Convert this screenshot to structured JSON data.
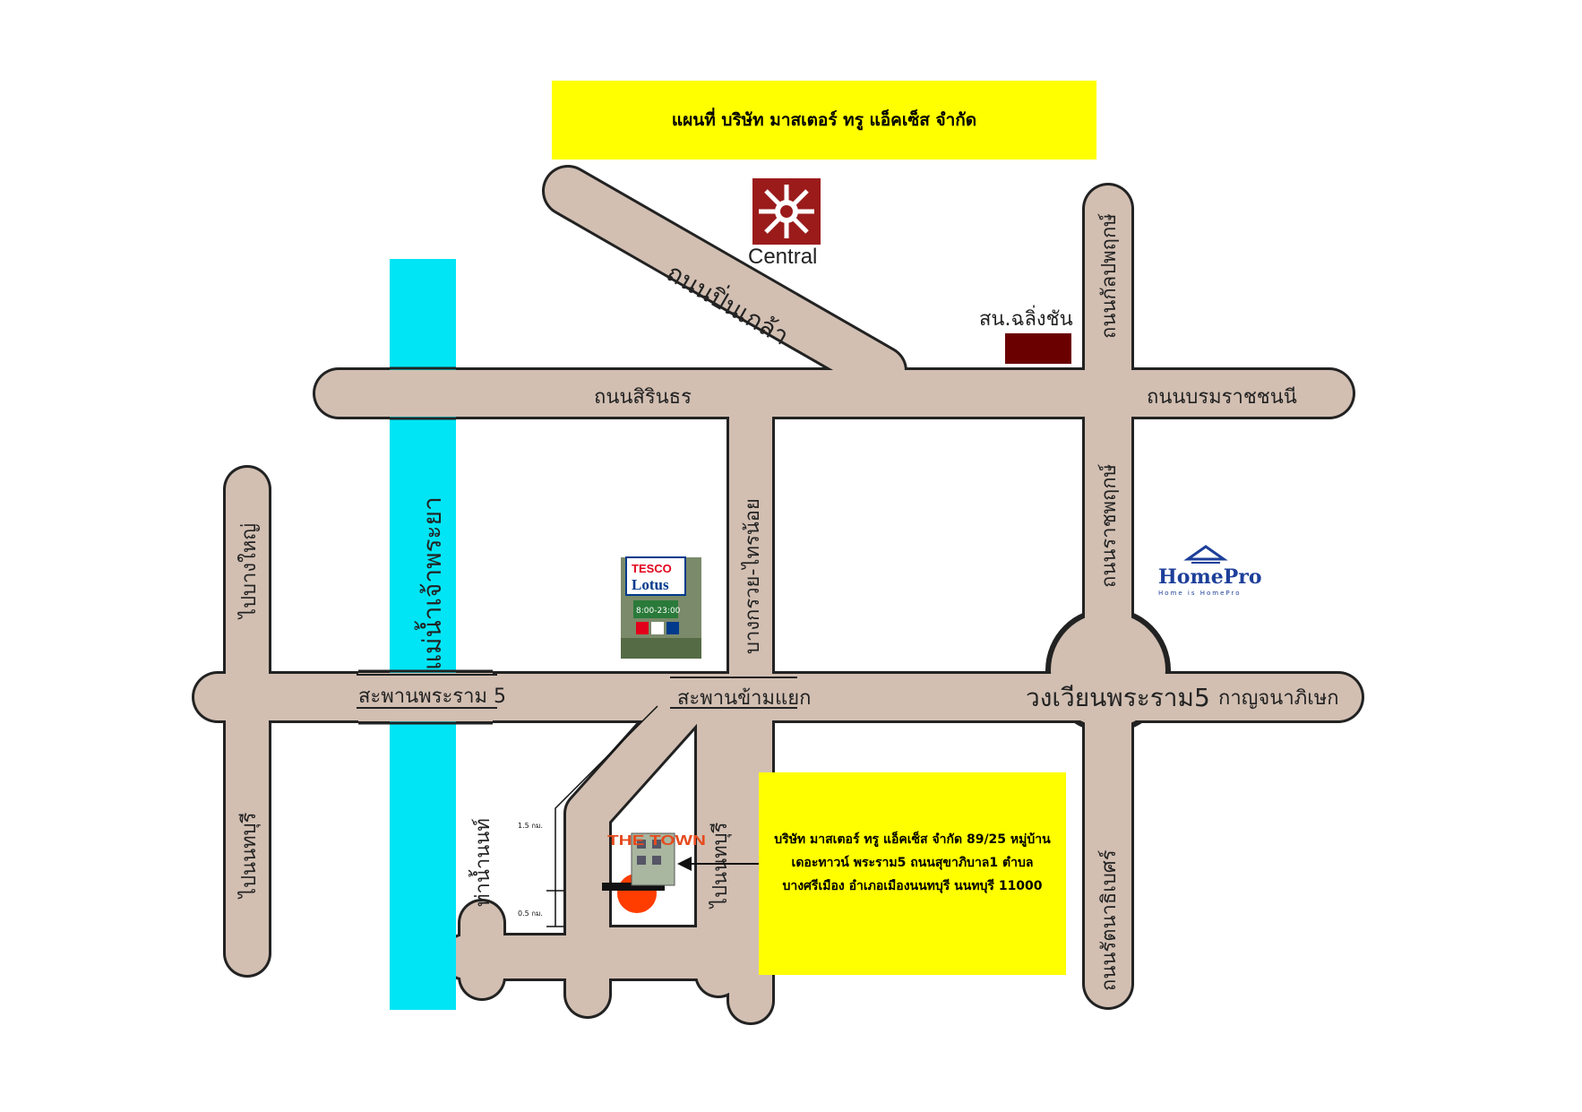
{
  "title": "แผนที่ บริษัท มาสเตอร์ ทรู แอ็คเซ็ส จำกัด",
  "landmarks": {
    "central": "Central",
    "tesco_brand": "TESCO",
    "tesco_name": "Lotus",
    "tesco_hours": "8:00-23:00",
    "homepro": "HomePro",
    "homepro_tagline": "Home is HomePro",
    "police_station": "สน.ฉลิ่งชัน",
    "office_sign": "THE TOWN"
  },
  "roads": {
    "pinklao": "ถนนปิ่นเกล้า",
    "sirindhorn": "ถนนสิรินธร",
    "boromratchachonnani": "ถนนบรมราชชนนี",
    "kanlapaphruek": "ถนนกัลปพฤกษ์",
    "ratchaphruek": "ถนนราชพฤกษ์",
    "bangkruai_sainoi": "บางกรวย-ไทรน้อย",
    "bang_yai": "ไปบางใหญ่",
    "to_nonthaburi_left": "ไปนนทบุรี",
    "to_nonthaburi_right": "ไปนนทบุรี",
    "tha_nam_nonthaburi": "ท่าน้ำนนท์",
    "rattanathibet": "ถนนรัตนาธิเบศร์",
    "kanchanaphisek": "กาญจนาภิเษก"
  },
  "river": "แม่น้ำเจ้าพระยา",
  "bridges": {
    "rama5": "สะพานพระราม 5",
    "kham_yaek": "สะพานข้ามแยก"
  },
  "roundabout": "วงเวียนพระราม5",
  "distances": {
    "d1": "1.5 กม.",
    "d2": "0.5 กม."
  },
  "address": "บริษัท มาสเตอร์ ทรู แอ็คเซ็ส จำกัด 89/25 หมู่บ้านเดอะทาวน์ พระราม5 ถนนสุขาภิบาล1 ตำบลบางศรีเมือง อำเภอเมืองนนทบุรี นนทบุรี 11000",
  "colors": {
    "road_fill": "#d2bfb2",
    "road_outline": "#222222",
    "river": "#00e5f5",
    "highlight": "#ffff00",
    "police_box": "#6b0000",
    "central_red": "#9b1b1b",
    "homepro_blue": "#1d3f9a",
    "homepro_red": "#d9261c",
    "tesco_blue": "#003a8c",
    "tesco_red": "#e2001a",
    "marker_orange": "#ff3d00"
  }
}
